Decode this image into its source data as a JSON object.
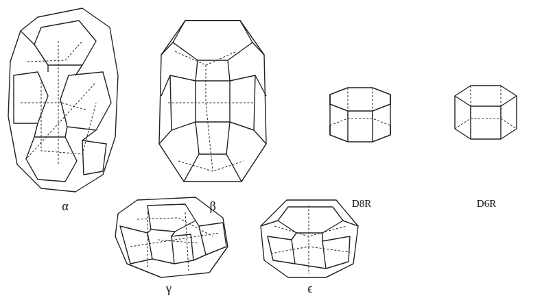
{
  "diagram": {
    "labels": [
      "α",
      "β",
      "D8R",
      "D6R",
      "γ",
      "ϵ"
    ]
  }
}
